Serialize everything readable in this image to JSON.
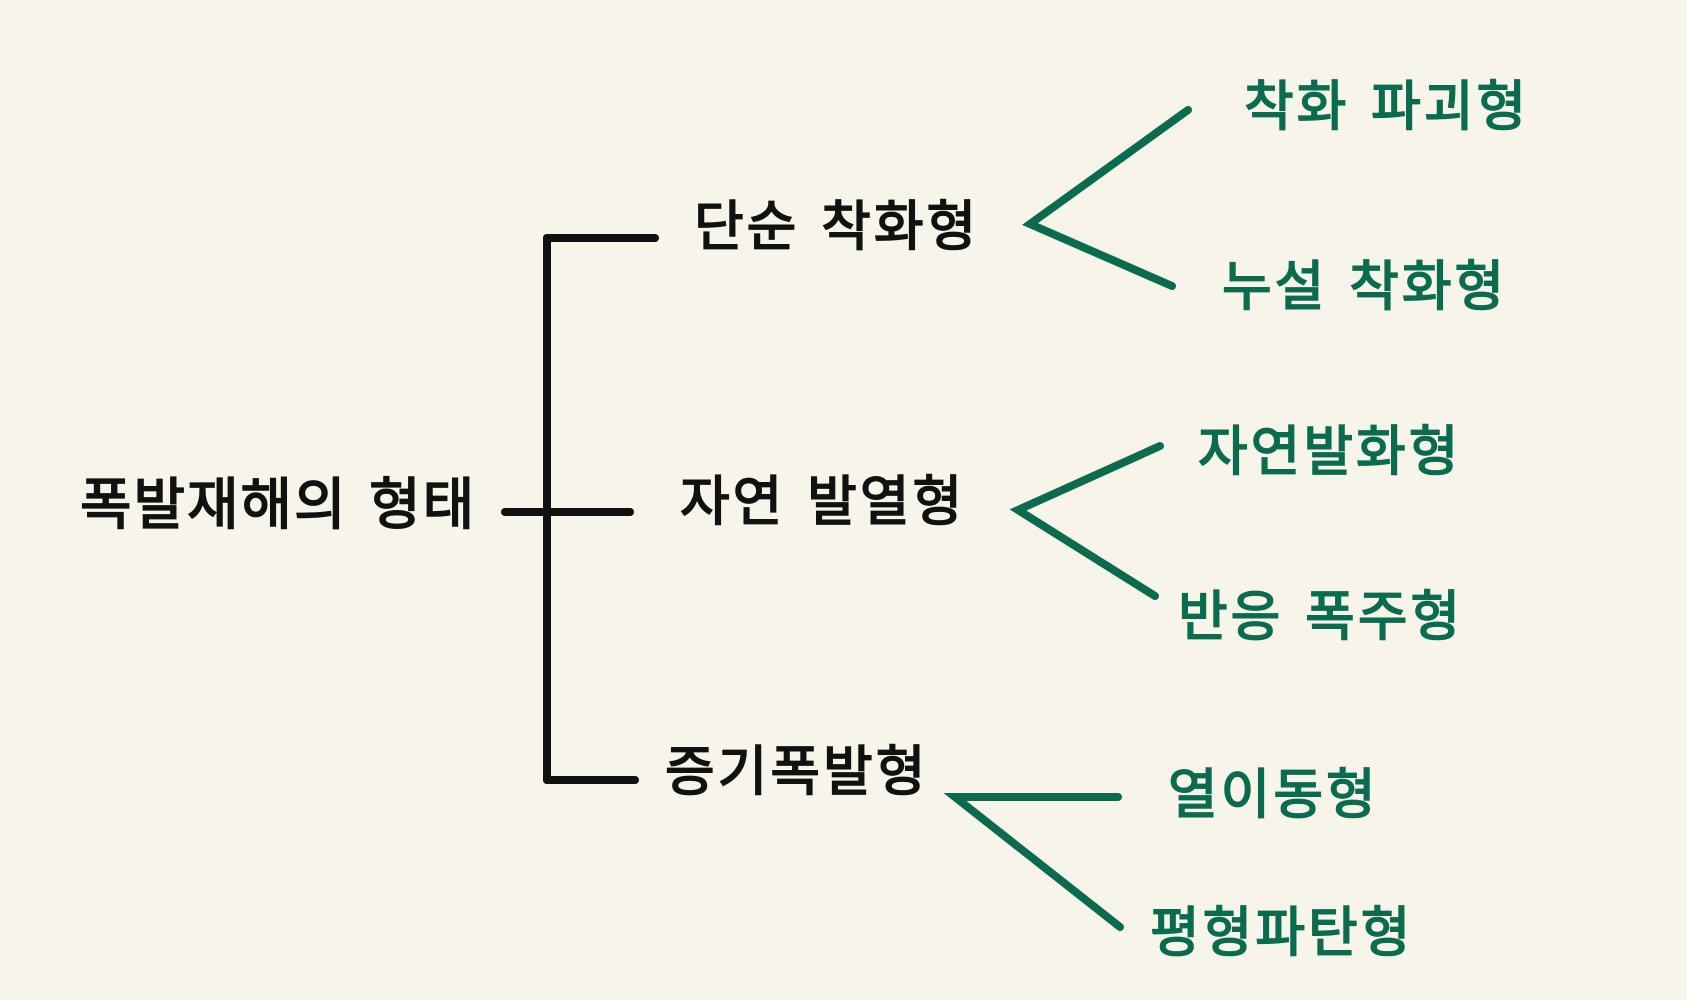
{
  "colors": {
    "background": "#f7f5e9",
    "primary_line": "#111111",
    "secondary": "#0b6b4f"
  },
  "root": {
    "label": "폭발재해의 형태"
  },
  "branches": [
    {
      "label": "단순 착화형",
      "children": [
        {
          "label": "착화 파괴형"
        },
        {
          "label": "누설 착화형"
        }
      ]
    },
    {
      "label": "자연 발열형",
      "children": [
        {
          "label": "자연발화형"
        },
        {
          "label": "반응 폭주형"
        }
      ]
    },
    {
      "label": "증기폭발형",
      "children": [
        {
          "label": "열이동형"
        },
        {
          "label": "평형파탄형"
        }
      ]
    }
  ]
}
